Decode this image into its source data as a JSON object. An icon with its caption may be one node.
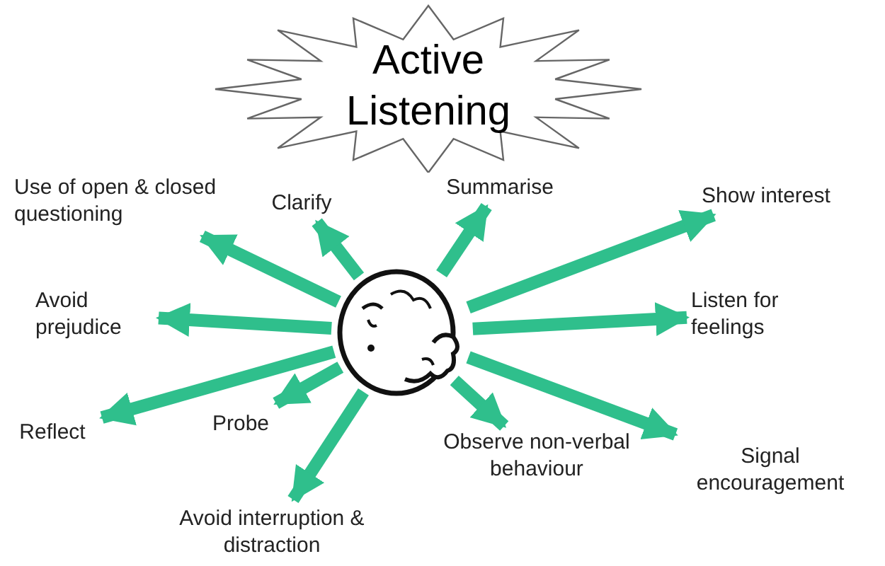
{
  "diagram": {
    "nodes": [
      {
        "text": [
          "Active Listening"
        ]
      },
      {
        "text": [],
        "shape": "picture"
      },
      {
        "text": [
          "Use of open & closed questioning"
        ]
      },
      {
        "text": [
          "Clarify"
        ]
      },
      {
        "text": [
          "Summarise"
        ]
      },
      {
        "text": [
          "Show interest"
        ]
      },
      {
        "text": [
          "Avoid prejudice"
        ]
      },
      {
        "text": [
          "Listen for feelings"
        ]
      },
      {
        "text": [
          "Reflect"
        ]
      },
      {
        "text": [
          "Probe"
        ]
      },
      {
        "text": [
          "Observe non-verbal behaviour"
        ]
      },
      {
        "text": [
          "Signal encouragement"
        ]
      },
      {
        "text": [
          "Avoid interruption & distraction"
        ]
      }
    ],
    "edges": [
      {
        "from": 1,
        "to": 2,
        "arrow": "to"
      },
      {
        "from": 1,
        "to": 3,
        "arrow": "to"
      },
      {
        "from": 1,
        "to": 4,
        "arrow": "to"
      },
      {
        "from": 1,
        "to": 5,
        "arrow": "to"
      },
      {
        "from": 1,
        "to": 6,
        "arrow": "to"
      },
      {
        "from": 1,
        "to": 7,
        "arrow": "to"
      },
      {
        "from": 1,
        "to": 8,
        "arrow": "to"
      },
      {
        "from": 1,
        "to": 9,
        "arrow": "to"
      },
      {
        "from": 1,
        "to": 10,
        "arrow": "to"
      },
      {
        "from": 1,
        "to": 11,
        "arrow": "to"
      },
      {
        "from": 1,
        "to": 12,
        "arrow": "to"
      }
    ]
  }
}
